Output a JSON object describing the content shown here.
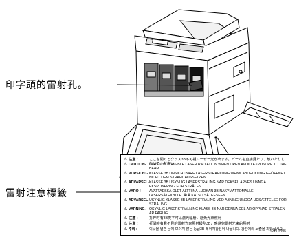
{
  "callouts": {
    "laser_aperture": "印字頭的雷射孔。",
    "laser_label": "雷射注意標籤"
  },
  "warning_label": {
    "rows": [
      {
        "icon": "warning-triangle",
        "head": "注意 :",
        "text": "ここを開くとクラス3B不可視レーザー光が出ます。ビームを直接見たり、触れたりしないでください。"
      },
      {
        "icon": "warning-triangle",
        "head": "CAUTION-",
        "text": "CLASS 3B INVISIBLE LASER RADIATION WHEN OPEN AVOID EXPOSURE TO THE BEAM"
      },
      {
        "icon": "warning-triangle",
        "head": "VORSICHT-",
        "text": "KLASSE 3B UNSICHTBARE LASERSTRAHLUNG WENN ABDECKUNG GEÖFFNET NICHT DEM STRAHL AUSSETZEN"
      },
      {
        "icon": "warning-triangle",
        "head": "ADVARSEL-",
        "text": "KLASSE 3B USYNLIG LASERSTRÅLING NÅR DEKSEL ÅPNES UNNGÅ EKSPONERING FOR STRÅLEN"
      },
      {
        "icon": "warning-triangle",
        "head": "VARO !",
        "text": "AVATTAESSA OLET ALTTIINA LUOKAN 3B NÄKYMÄTTÖMÄLLE LASERSÄTEILYLLE. ÄLÄ KATSO SÄTEESEEN"
      },
      {
        "icon": "warning-triangle",
        "head": "ADVARSEL-",
        "text": "USYNLIG KLASSE 3B LASERSTRÅLING VED ÅBNING UNDGÅ UDSÆTTELSE FOR STRÅLING"
      },
      {
        "icon": "warning-triangle",
        "head": "VARNING-",
        "text": "OSYNLIG LASERSTRÅLNING KLASS 3B NÄR DENNA DEL ÄR ÖPPNAD STRÅLEN ÄR FARLIG"
      },
      {
        "icon": "warning-triangle",
        "head": "注意 :",
        "text": "打开时有3B类不可见激光辐射，避免光束照射"
      },
      {
        "icon": "warning-triangle",
        "head": "注意 :",
        "text": "打開時有看不見的雷射光束照射級別3B，應避免雷射光束的照射"
      },
      {
        "icon": "warning-triangle",
        "head": "주의 :",
        "text": "이곳을 열면 눈에 보이지 않는 등급3B 레이저광선이 나옵니다. 광선에의 노출을 피하십시오."
      }
    ],
    "code": "4034-7405"
  },
  "colors": {
    "line": "#000000",
    "paper": "#ffffff",
    "shadow": "#d0d0d0"
  }
}
